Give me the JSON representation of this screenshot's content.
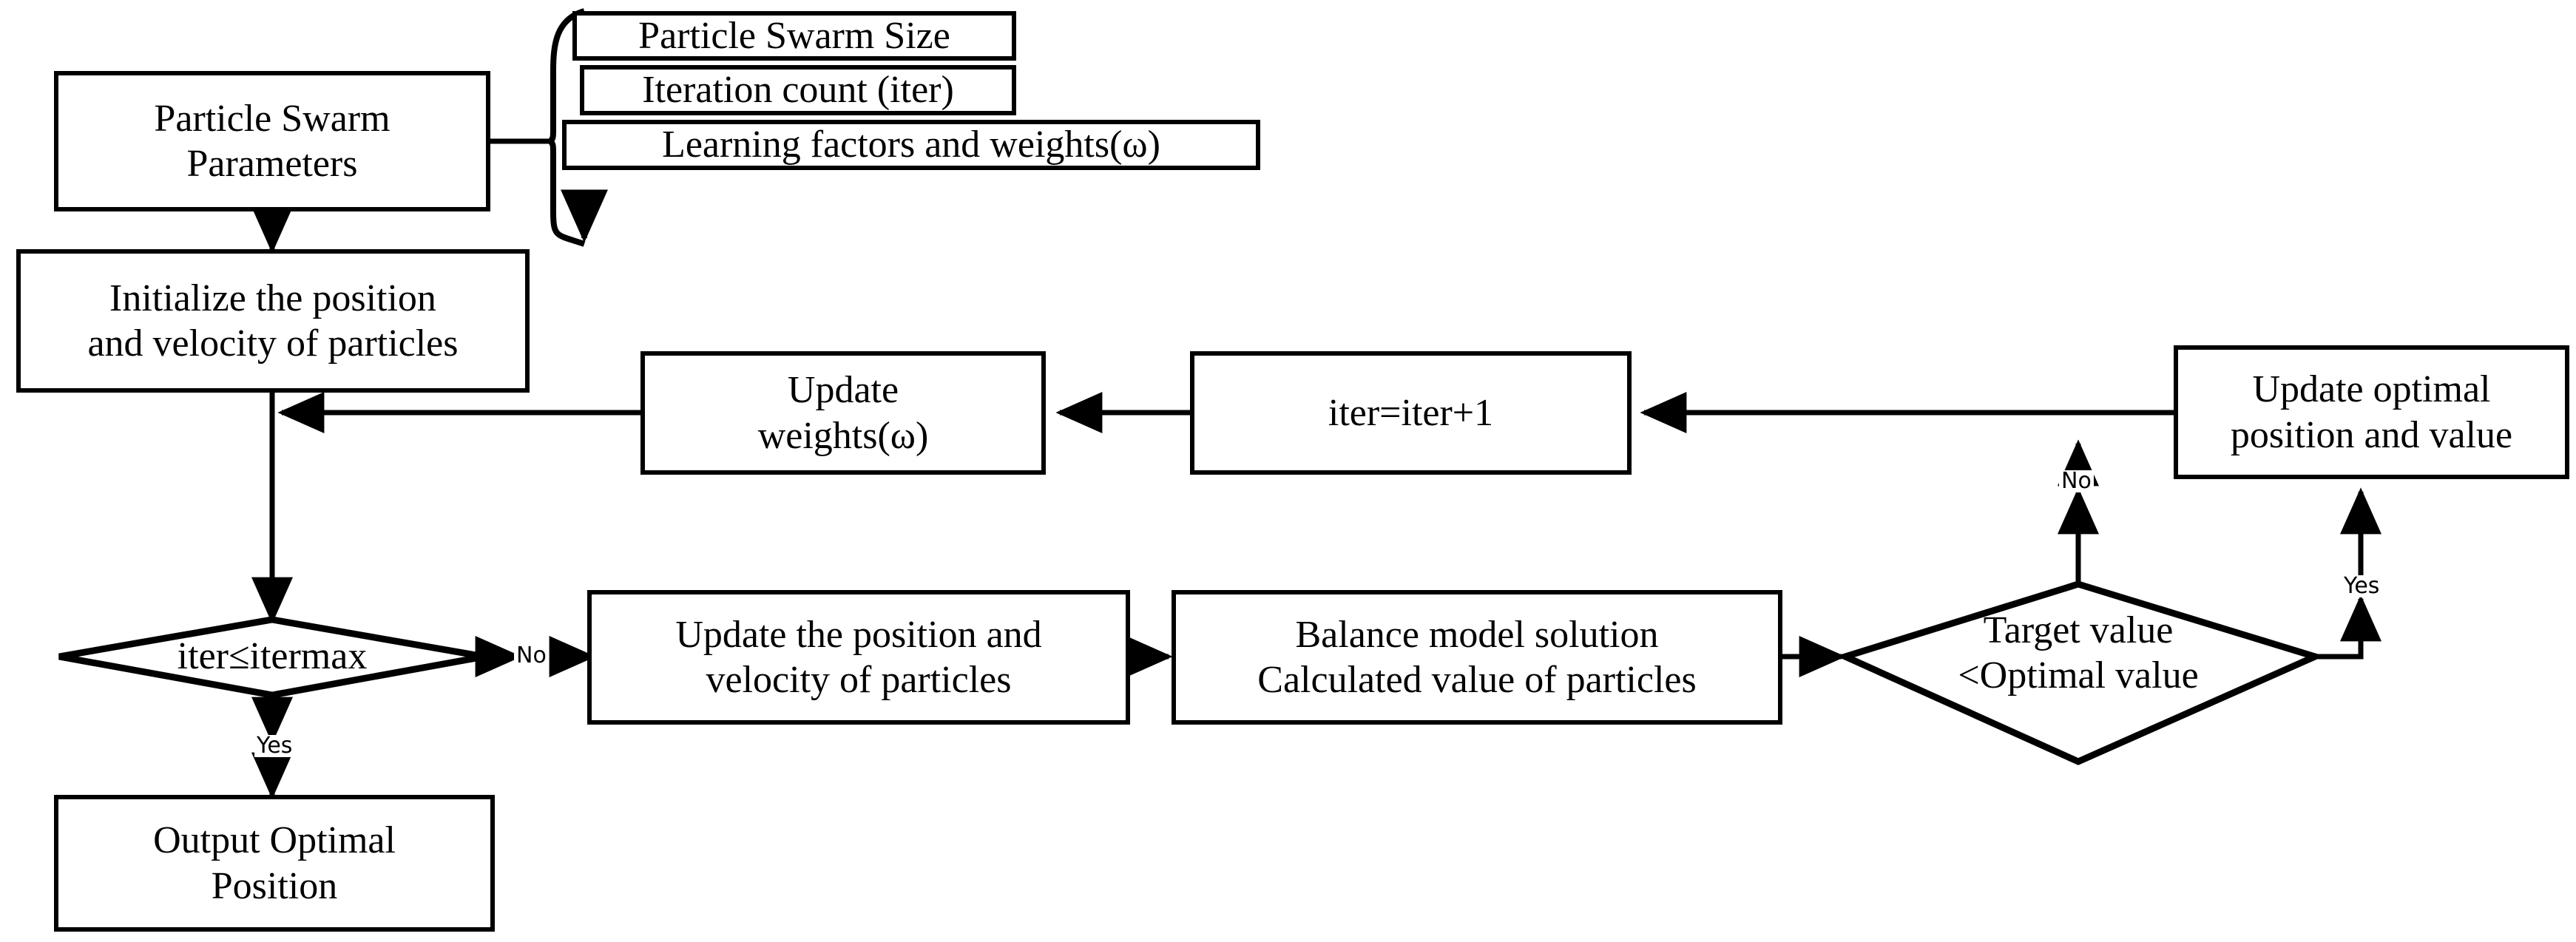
{
  "diagram": {
    "title": "Particle Swarm Optimization Flowchart",
    "type": "flowchart",
    "background_color": "#ffffff",
    "line_color": "#000000"
  },
  "nodes": {
    "params": {
      "label": "Particle Swarm\nParameters",
      "shape": "rectangle"
    },
    "swarm_size": {
      "label": "Particle Swarm Size",
      "shape": "rectangle"
    },
    "iteration_count": {
      "label": "Iteration count (iter)",
      "shape": "rectangle"
    },
    "learning_factors": {
      "label": "Learning factors and weights(ω)",
      "shape": "rectangle"
    },
    "initialize": {
      "label": "Initialize the position\nand velocity of particles",
      "shape": "rectangle"
    },
    "update_weights": {
      "label": "Update\nweights(ω)",
      "shape": "rectangle"
    },
    "iter_increment": {
      "label": "iter=iter+1",
      "shape": "rectangle"
    },
    "update_optimal": {
      "label": "Update optimal\nposition and value",
      "shape": "rectangle"
    },
    "iter_check": {
      "label": "iter≤itermax",
      "shape": "diamond"
    },
    "update_pos_vel": {
      "label": "Update the position and\nvelocity of particles",
      "shape": "rectangle"
    },
    "balance_model": {
      "label": "Balance model solution\nCalculated value of particles",
      "shape": "rectangle"
    },
    "target_check": {
      "label": "Target value\n<Optimal value",
      "shape": "diamond"
    },
    "output": {
      "label": "Output Optimal\nPosition",
      "shape": "rectangle"
    }
  },
  "edge_labels": {
    "iter_check_no": "No",
    "iter_check_yes": "Yes",
    "target_check_no": "No",
    "target_check_yes": "Yes"
  }
}
